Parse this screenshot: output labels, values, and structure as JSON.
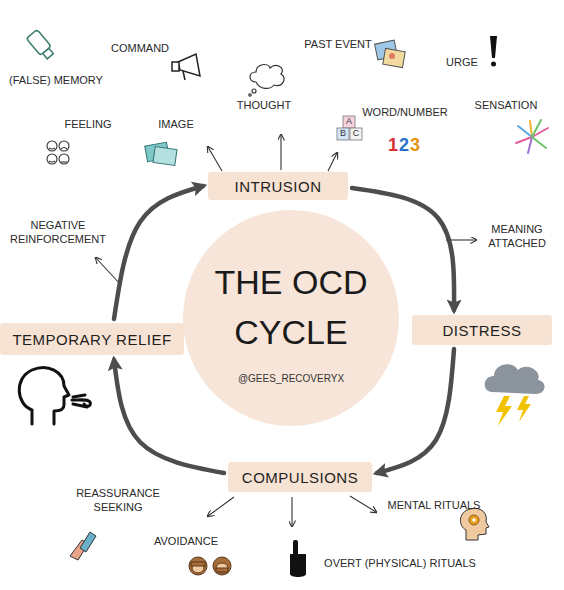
{
  "diagram": {
    "nodes": [
      {
        "text": [
          "THE OCD CYCLE",
          "@GEES_RECOVERYX"
        ]
      },
      {
        "text": [
          "INTRUSION"
        ]
      },
      {
        "text": [
          "DISTRESS"
        ]
      },
      {
        "text": [
          "COMPULSIONS"
        ]
      },
      {
        "text": [
          "TEMPORARY RELIEF"
        ]
      }
    ],
    "edges": [
      {
        "from": 1,
        "to": 2,
        "arrow": "to"
      },
      {
        "from": 2,
        "to": 3,
        "arrow": "to"
      },
      {
        "from": 3,
        "to": 4,
        "arrow": "to"
      },
      {
        "from": 4,
        "to": 1,
        "arrow": "to"
      }
    ],
    "labels": [
      "(FALSE) MEMORY",
      "COMMAND",
      "PAST EVENT",
      "URGE",
      "THOUGHT",
      "FEELING",
      "IMAGE",
      "WORD/NUMBER",
      "SENSATION",
      "NEGATIVE REINFORCEMENT",
      "MEANING ATTACHED",
      "REASSURANCE SEEKING",
      "AVOIDANCE",
      "OVERT (PHYSICAL) RITUALS",
      "MENTAL RITUALS",
      "A",
      "B",
      "C",
      "1",
      "2",
      "3"
    ]
  }
}
